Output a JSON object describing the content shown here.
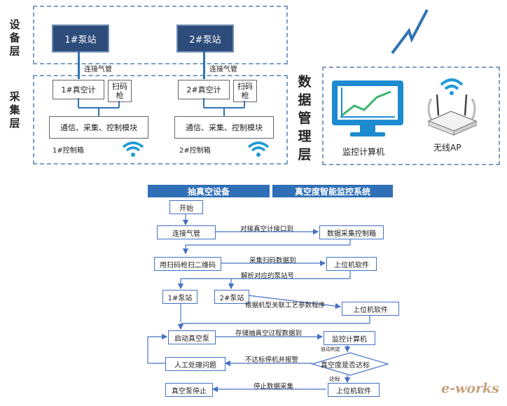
{
  "top_diagram": {
    "layers": {
      "device": "设备层",
      "collect": "采集层",
      "data": "数据管理层"
    },
    "stations": [
      "1#泵站",
      "2#泵站"
    ],
    "connect_label": "连接气管",
    "vacuum_meter": "1#真空计",
    "vacuum_meter_2": "2#真空计",
    "scanner": "扫码枪",
    "module": "通信、采集、控制模块",
    "ctrl_box_1": "1#控制箱",
    "ctrl_box_2": "2#控制箱",
    "monitor_pc": "监控计算机",
    "wireless_ap": "无线AP"
  },
  "flowchart": {
    "header_left": "抽真空设备",
    "header_right": "真空度智能监控系统",
    "nodes": {
      "start": "开始",
      "connect": "连接气管",
      "data_box": "数据采集控制箱",
      "scan": "用扫码枪扫二维码",
      "host1": "上位机软件",
      "station1": "1#泵站",
      "station2": "2#泵站",
      "host2": "上位机软件",
      "start_pump": "启动真空泵",
      "monitor": "监控计算机",
      "handle": "人工处理问题",
      "check": "真空度是否达标",
      "stop": "真空泵停止",
      "host3": "上位机软件"
    },
    "edges": {
      "e1": "对接真空计接口到",
      "e2": "采集扫码数据到",
      "e3": "解析对应的泵站号",
      "e4": "根据机型关联工艺参数程序",
      "e5": "存储抽真空过程数据到",
      "e6": "自动判定",
      "e7": "不达标停机并报警",
      "e8": "达标",
      "e9": "停止数据采集"
    }
  },
  "watermark": "e-works",
  "colors": {
    "accent": "#2f6fb6",
    "station": "#2e4c7a",
    "line": "#2f74b5"
  }
}
